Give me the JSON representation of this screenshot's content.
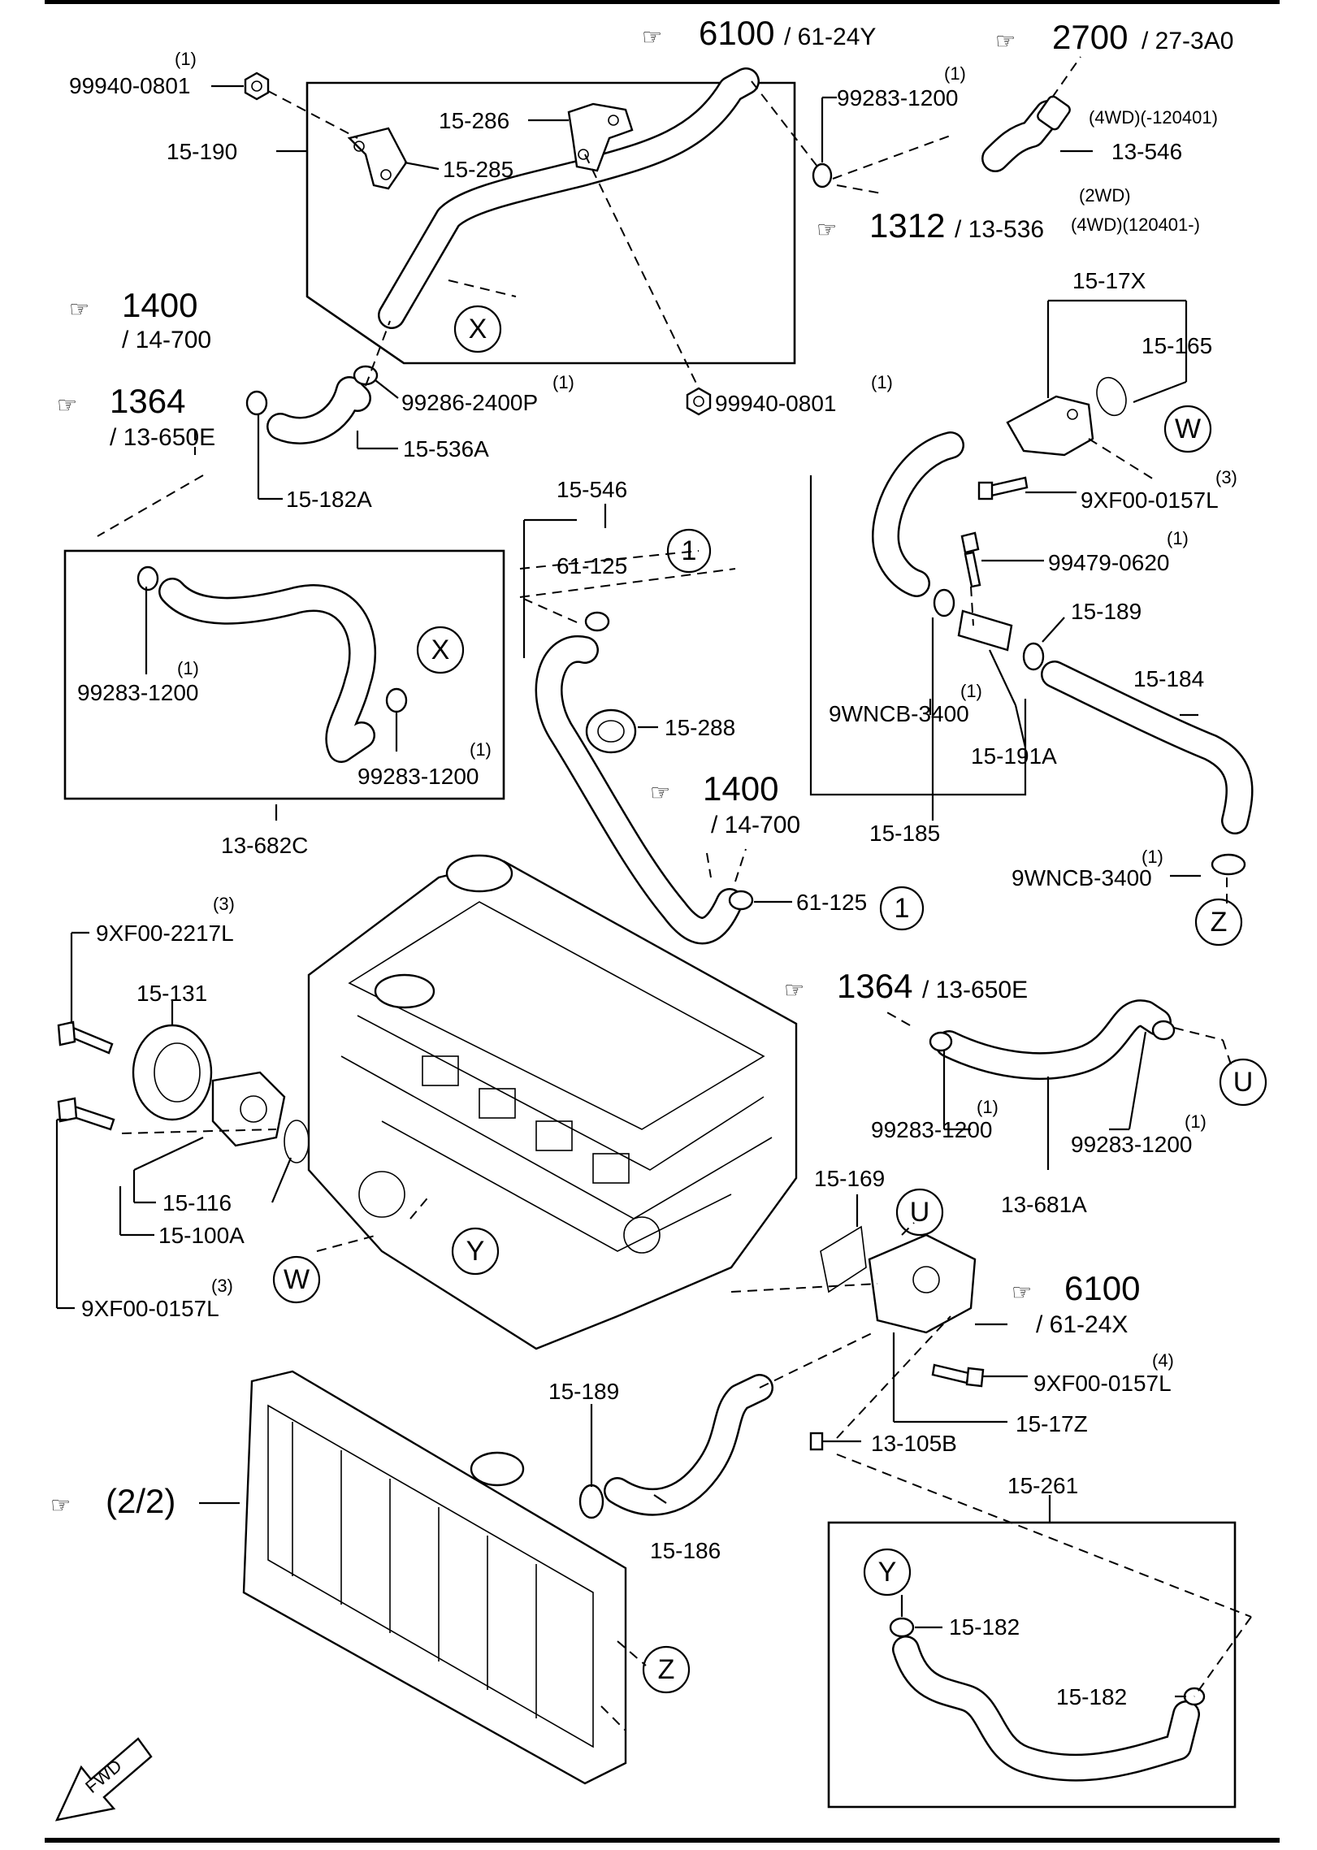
{
  "diagram": {
    "title": "",
    "refs": {
      "r6100_top": {
        "num": "6100",
        "sub": "/ 61-24Y"
      },
      "r2700": {
        "num": "2700",
        "sub": "/ 27-3A0"
      },
      "r1312": {
        "num": "1312",
        "sub": "/ 13-536"
      },
      "r1312_note_a": "(2WD)",
      "r1312_note_b": "(4WD)(120401-)",
      "r1400_left": {
        "num": "1400",
        "sub": "/ 14-700"
      },
      "r1364_left": {
        "num": "1364",
        "sub": "/ 13-650E"
      },
      "r1400_mid": {
        "num": "1400",
        "sub": "/ 14-700"
      },
      "r1364_mid": {
        "num": "1364",
        "sub": "/ 13-650E"
      },
      "r6100_mid": {
        "num": "6100",
        "sub": "/ 61-24X"
      },
      "r2_2": "(2/2)"
    },
    "circles": [
      "X",
      "X",
      "W",
      "1",
      "1",
      "Z",
      "U",
      "U",
      "Y",
      "W",
      "Z",
      "Y"
    ],
    "labels": {
      "p99940_0801_a": "99940-0801",
      "p15_190": "15-190",
      "p15_286": "15-286",
      "p15_285": "15-285",
      "p99283_1200_top": "99283-1200",
      "p13_546": "13-546",
      "p4wd_note": "(4WD)(-120401)",
      "p99286_2400p": "99286-2400P",
      "p99940_0801_b": "99940-0801",
      "p15_536a": "15-536A",
      "p15_182a": "15-182A",
      "p15_17x": "15-17X",
      "p15_165": "15-165",
      "p9xf00_0157l_a": "9XF00-0157L",
      "p99479_0620": "99479-0620",
      "p15_189_a": "15-189",
      "p15_184": "15-184",
      "p9wncb_3400_a": "9WNCB-3400",
      "p15_191a": "15-191A",
      "p15_185": "15-185",
      "p9wncb_3400_b": "9WNCB-3400",
      "p15_546": "15-546",
      "p61_125_a": "61-125",
      "p15_288": "15-288",
      "p61_125_b": "61-125",
      "p99283_1200_l1": "99283-1200",
      "p99283_1200_l2": "99283-1200",
      "p13_682c": "13-682C",
      "p9xf00_2217l": "9XF00-2217L",
      "p15_131": "15-131",
      "p15_116": "15-116",
      "p15_100a": "15-100A",
      "p9xf00_0157l_b": "9XF00-0157L",
      "p99283_1200_m1": "99283-1200",
      "p99283_1200_m2": "99283-1200",
      "p13_681a": "13-681A",
      "p15_169": "15-169",
      "p9xf00_0157l_c": "9XF00-0157L",
      "p13_105b": "13-105B",
      "p15_17z": "15-17Z",
      "p15_189_b": "15-189",
      "p15_186": "15-186",
      "p15_261": "15-261",
      "p15_182_a": "15-182",
      "p15_182_b": "15-182"
    },
    "qty": {
      "q1": "(1)",
      "q3": "(3)",
      "q4": "(4)"
    },
    "fwd": "FWD"
  }
}
